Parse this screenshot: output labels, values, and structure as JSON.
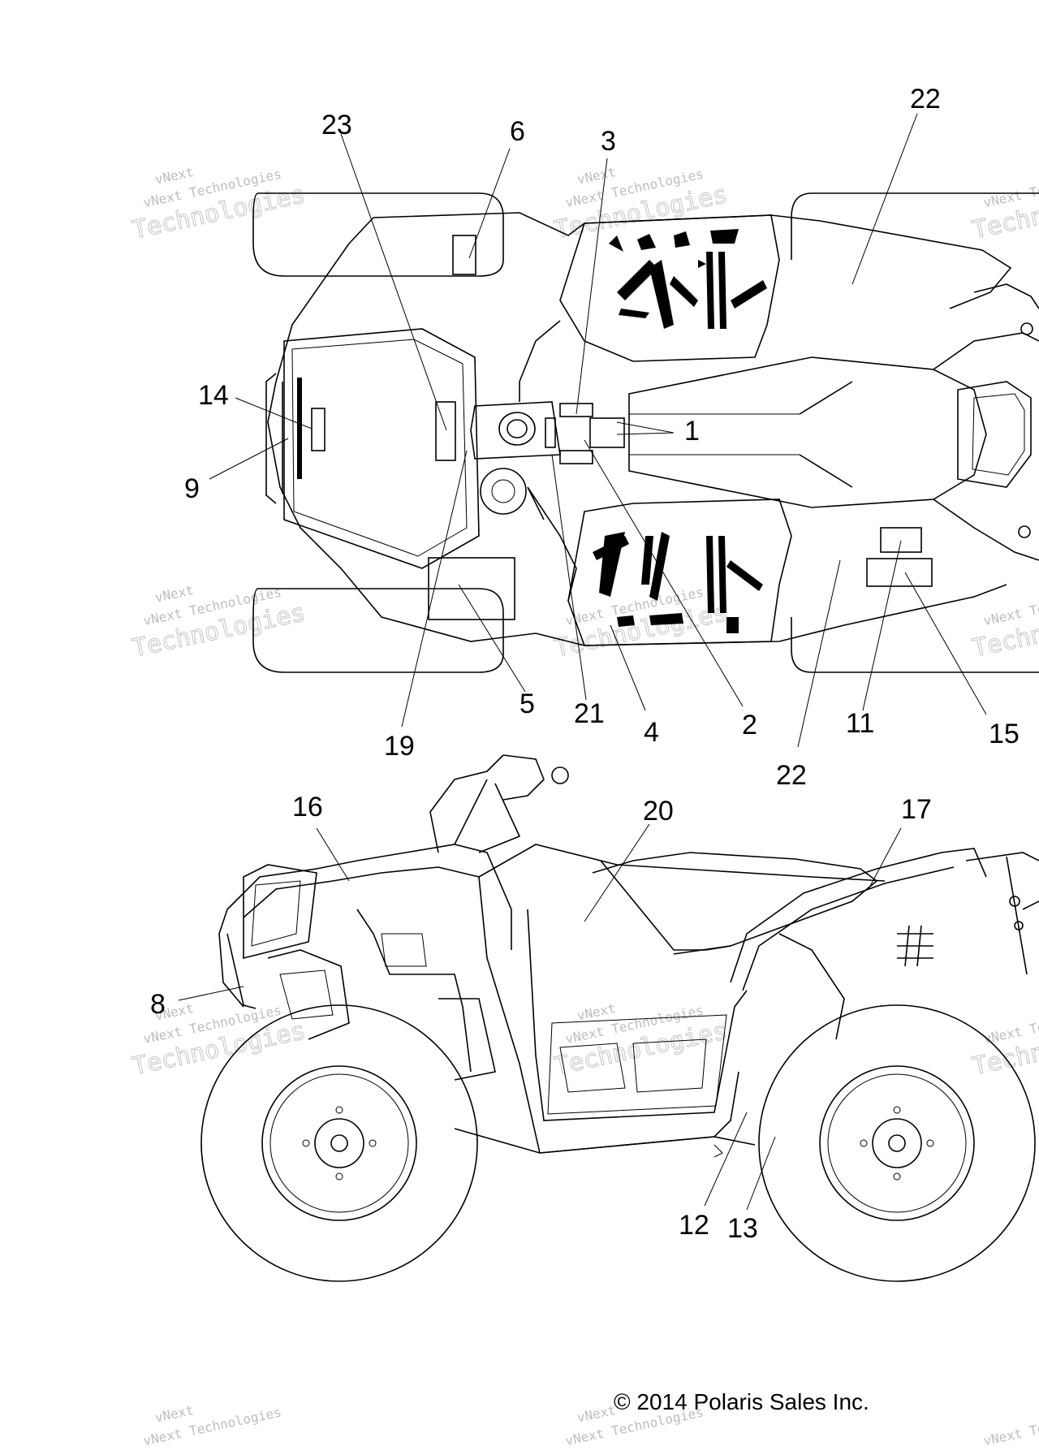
{
  "callouts": {
    "top_view": [
      "22",
      "23",
      "6",
      "3",
      "14",
      "1",
      "9",
      "5",
      "21",
      "4",
      "2",
      "11",
      "15",
      "19",
      "22"
    ],
    "side_view": [
      "16",
      "20",
      "17",
      "8",
      "12",
      "13"
    ]
  },
  "copyright": "© 2014 Polaris Sales Inc.",
  "watermark": {
    "small_text": "vNext Technologies",
    "large_text": "Technologies",
    "top_text": "vNext"
  }
}
